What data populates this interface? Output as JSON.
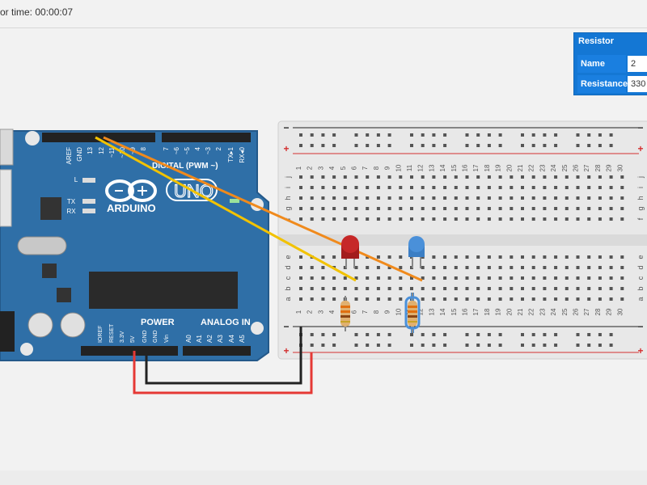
{
  "header": {
    "timer_label": "or time: 00:00:07"
  },
  "inspector": {
    "title": "Resistor",
    "name_label": "Name",
    "name_value": "2",
    "resistance_label": "Resistance",
    "resistance_value": "330"
  },
  "arduino": {
    "brand": "ARDUINO",
    "model": "UNO",
    "digital_label": "DIGITAL (PWM ~)",
    "power_label": "POWER",
    "analog_label": "ANALOG IN",
    "pin_labels_top": [
      "AREF",
      "GND",
      "13",
      "12",
      "~11",
      "~10",
      "~9",
      "8",
      "7",
      "~6",
      "~5",
      "4",
      "~3",
      "2",
      "TX▸1",
      "RX◂0"
    ],
    "pin_labels_power": [
      "IOREF",
      "RESET",
      "3.3V",
      "5V",
      "GND",
      "GND",
      "Vin"
    ],
    "pin_labels_analog": [
      "A0",
      "A1",
      "A2",
      "A3",
      "A4",
      "A5"
    ],
    "led_labels": [
      "L",
      "TX",
      "RX"
    ]
  },
  "breadboard": {
    "row_letters_top": [
      "j",
      "i",
      "h",
      "g",
      "f"
    ],
    "row_letters_bottom": [
      "e",
      "d",
      "c",
      "b",
      "a"
    ],
    "column_numbers": [
      "1",
      "2",
      "3",
      "4",
      "5",
      "6",
      "7",
      "8",
      "9",
      "10",
      "11",
      "12",
      "13",
      "14",
      "15",
      "16",
      "17",
      "18",
      "19",
      "20",
      "21",
      "22",
      "23",
      "24",
      "25",
      "26",
      "27",
      "28",
      "29",
      "30"
    ],
    "rail_plus": "+",
    "rail_minus": "−"
  },
  "components": {
    "led_red_color": "#c62828",
    "led_blue_color": "#4a90d9",
    "wire_yellow": "#f2c200",
    "wire_orange": "#f08a1c",
    "wire_red": "#e53935",
    "wire_black": "#222222",
    "board_blue": "#2f6fa7"
  }
}
